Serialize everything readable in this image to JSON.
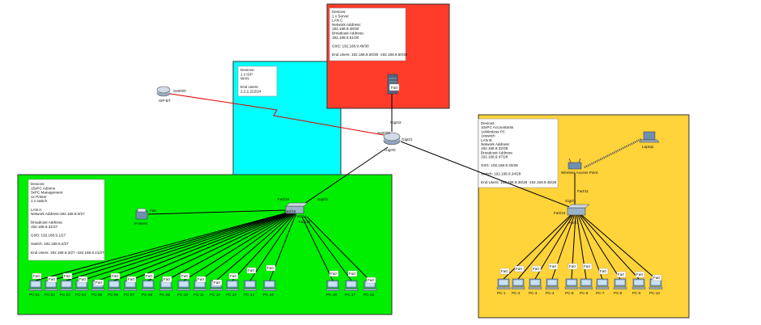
{
  "zones": {
    "red": {
      "color": "#ff3b2a"
    },
    "cyan": {
      "color": "#00ffff"
    },
    "green": {
      "color": "#00ee00"
    },
    "yellow": {
      "color": "#ffd33a"
    }
  },
  "notes": {
    "server": [
      "Devices:",
      "1 x Server",
      "LAN C",
      "Network Address:",
      "192.168.9.48/30",
      "Broadcast Address:",
      "192.168.9.51/30",
      "",
      "G0/2: 192.168.9.49/30",
      "",
      "End Users: 192.168.9.50/30 -192.168.9.50/30"
    ],
    "isp": [
      "Devices:",
      "1 x ISP",
      "WAN",
      "",
      "End Users:",
      "2.2.2.222/24"
    ],
    "lan_a": [
      "Devices:",
      "15xPC Admins",
      "3xPC Management",
      "1x Printer",
      "1 x switch",
      "",
      "LAN A:",
      "Network Address:192.168.9.0/27",
      "",
      "Broadcast Address:",
      "192.168.9.31/27",
      "",
      "G0/0: 192.168.9.1/27",
      "",
      "Switch: 192.168.9.2/27",
      "",
      "End Users: 192.168.9.3/27 -192.168.9.21/27"
    ],
    "lan_b": [
      "Devices:",
      "10xPC Accountants",
      "1xWireless PC",
      "1xswitch",
      "LAN B:",
      "Network Address:",
      "192.168.9.32/28",
      "Broadcast Address:",
      "192.168.9.47/28",
      "",
      "G0/1: 192.168.9.33/28",
      "",
      "Switch: 192.168.9.34/28",
      "",
      "End Users: 192.168.9.35/28 -192.168.9.45/28"
    ]
  },
  "devices": {
    "isp": {
      "name": "ISP-BT",
      "port": "Se0/0/0"
    },
    "server": {
      "port": "Fa0"
    },
    "router": {
      "ports": [
        "Gig0/2",
        "Se0/0/0",
        "Gig0/1",
        "Gig0/0"
      ]
    },
    "switch_a": {
      "ports": [
        "Fa0/19",
        "Fa0/18",
        "Fa0/15",
        "Fa0/14",
        "Gig0/1"
      ]
    },
    "switch_b": {
      "ports": [
        "Fa0/11",
        "Gig0/1",
        "Fa0/10",
        "Fa0/1"
      ]
    },
    "printer": {
      "name": "Printer0",
      "port": "Fa0"
    },
    "access_point": {
      "name": "Wireless Access Point"
    },
    "laptop": {
      "name": "Laptop"
    }
  },
  "pcs_a": {
    "names": [
      "PC-01",
      "PC-02",
      "PC-03",
      "PC-04",
      "PC-05",
      "PC-06",
      "PC-07",
      "PC-08",
      "PC-09",
      "PC-10",
      "PC-11",
      "PC-12",
      "PC-13",
      "PC-14",
      "PC-15",
      "PC-16",
      "PC-17",
      "PC-18"
    ],
    "port": "Fa0"
  },
  "pcs_b": {
    "names": [
      "PC-1",
      "PC-2",
      "PC-3",
      "PC-4",
      "PC-5",
      "PC-6",
      "PC-7",
      "PC-8",
      "PC-9",
      "PC-10"
    ],
    "port": "Fa0"
  },
  "colors": {
    "serial_link": "#e00000",
    "ethernet_link": "#000000",
    "wireless_link": "#555555"
  }
}
